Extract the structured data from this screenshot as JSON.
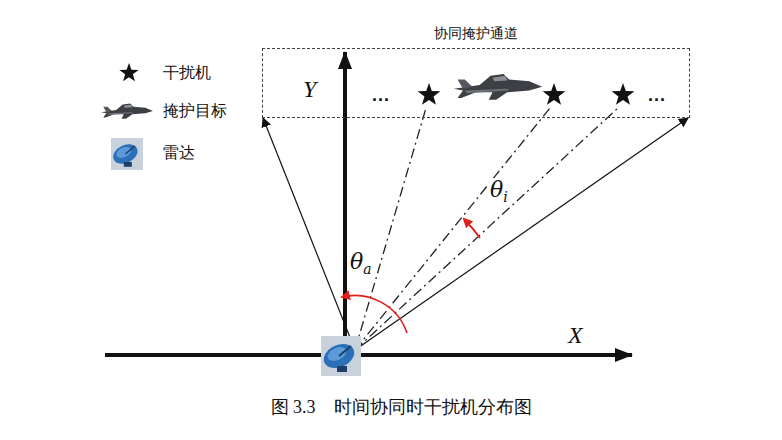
{
  "diagram": {
    "caption": "图 3.3　时间协同时干扰机分布图",
    "nodes": [
      {
        "text": [
          "协同掩护通道"
        ]
      }
    ],
    "labels": [
      "...",
      "...",
      "Y",
      "X",
      "θa",
      "θi"
    ],
    "legend": [
      {
        "text": "干扰机"
      },
      {
        "text": "掩护目标"
      },
      {
        "text": "雷达"
      }
    ]
  }
}
